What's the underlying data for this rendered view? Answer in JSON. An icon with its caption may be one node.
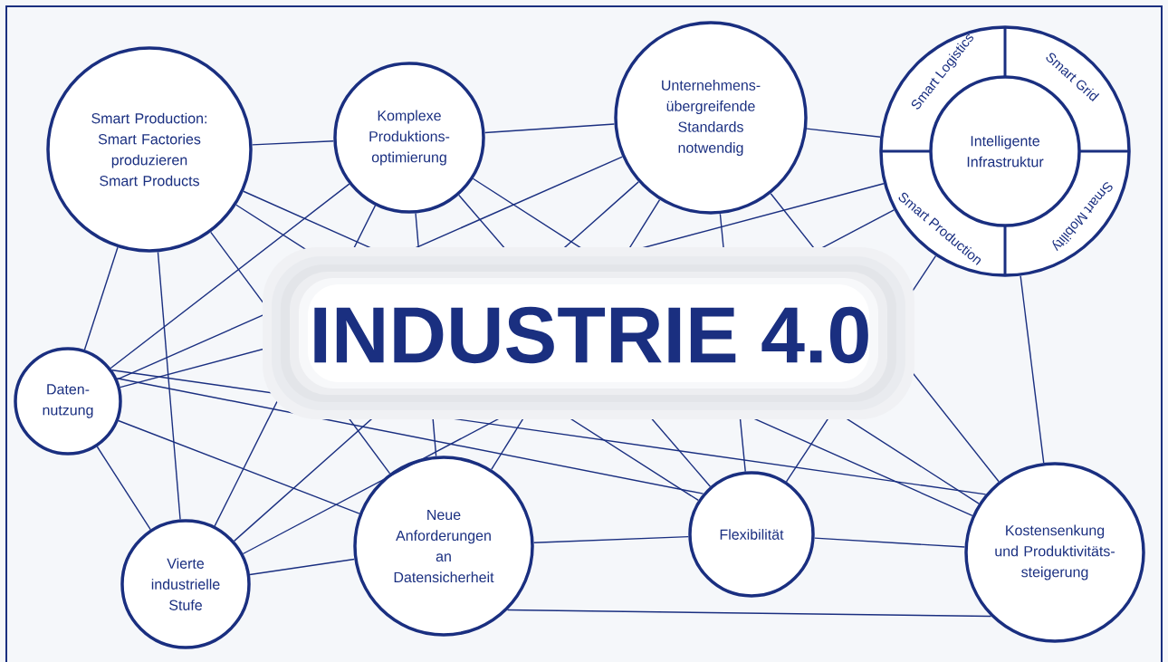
{
  "diagram": {
    "title": "INDUSTRIE 4.0",
    "nodes": [
      {
        "text": [
          "Smart Production: Smart Factories produzieren Smart Products"
        ]
      },
      {
        "text": [
          "Komplexe Produktions- optimierung"
        ]
      },
      {
        "text": [
          "Unternehmens- übergreifende Standards notwendig"
        ]
      },
      {
        "text": [
          "Smart Logistics",
          "Smart Grid",
          "Smart Mobility",
          "Smart Production"
        ]
      },
      {
        "text": [
          "Intelligente Infrastruktur"
        ],
        "in": 3
      },
      {
        "text": [
          "Daten- nutzung"
        ]
      },
      {
        "text": [
          "Vierte industrielle Stufe"
        ]
      },
      {
        "text": [
          "Neue Anforderungen an Datensicherheit"
        ]
      },
      {
        "text": [
          "Flexibilität"
        ]
      },
      {
        "text": [
          "Kostensenkung und Produktivitäts- steigerung"
        ]
      }
    ],
    "edges": [
      {
        "from": 0,
        "to": 1,
        "arrow": "none"
      },
      {
        "from": 1,
        "to": 2,
        "arrow": "none"
      },
      {
        "from": 2,
        "to": 3,
        "arrow": "none"
      },
      {
        "from": 0,
        "to": 5,
        "arrow": "none"
      },
      {
        "from": 0,
        "to": 6,
        "arrow": "none"
      },
      {
        "from": 0,
        "to": 7,
        "arrow": "none"
      },
      {
        "from": 0,
        "to": 8,
        "arrow": "none"
      },
      {
        "from": 0,
        "to": 9,
        "arrow": "none"
      },
      {
        "from": 1,
        "to": 5,
        "arrow": "none"
      },
      {
        "from": 1,
        "to": 6,
        "arrow": "none"
      },
      {
        "from": 1,
        "to": 7,
        "arrow": "none"
      },
      {
        "from": 1,
        "to": 8,
        "arrow": "none"
      },
      {
        "from": 1,
        "to": 9,
        "arrow": "none"
      },
      {
        "from": 2,
        "to": 5,
        "arrow": "none"
      },
      {
        "from": 2,
        "to": 6,
        "arrow": "none"
      },
      {
        "from": 2,
        "to": 7,
        "arrow": "none"
      },
      {
        "from": 2,
        "to": 8,
        "arrow": "none"
      },
      {
        "from": 2,
        "to": 9,
        "arrow": "none"
      },
      {
        "from": 3,
        "to": 5,
        "arrow": "none"
      },
      {
        "from": 3,
        "to": 6,
        "arrow": "none"
      },
      {
        "from": 3,
        "to": 8,
        "arrow": "none"
      },
      {
        "from": 3,
        "to": 9,
        "arrow": "none"
      },
      {
        "from": 5,
        "to": 6,
        "arrow": "none"
      },
      {
        "from": 5,
        "to": 7,
        "arrow": "none"
      },
      {
        "from": 5,
        "to": 8,
        "arrow": "none"
      },
      {
        "from": 5,
        "to": 9,
        "arrow": "none"
      },
      {
        "from": 6,
        "to": 7,
        "arrow": "none"
      },
      {
        "from": 7,
        "to": 8,
        "arrow": "none"
      },
      {
        "from": 7,
        "to": 9,
        "arrow": "none"
      },
      {
        "from": 8,
        "to": 9,
        "arrow": "none"
      }
    ]
  }
}
